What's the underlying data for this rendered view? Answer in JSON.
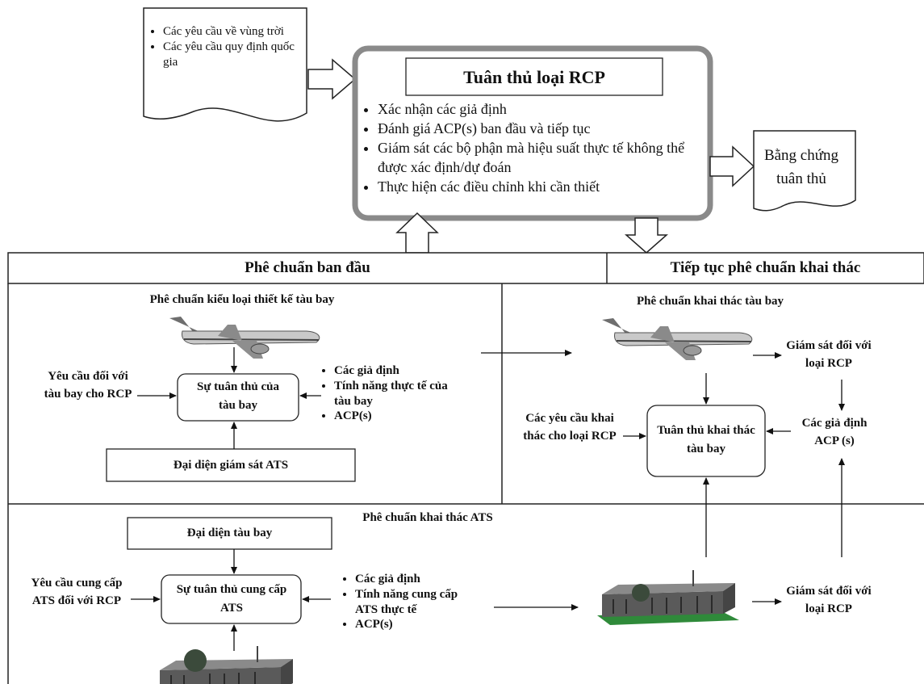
{
  "inputs_doc": {
    "items": [
      "Các yêu cầu về vùng trời",
      "Các yêu cầu quy định quốc gia"
    ]
  },
  "compliance": {
    "title": "Tuân thủ loại RCP",
    "items": [
      "Xác nhận các giả định",
      "Đánh giá ACP(s) ban đầu và tiếp tục",
      "Giám sát các bộ phận mà hiệu suất thực tế không thể được xác định/dự đoán",
      "Thực hiện các điều chỉnh khi cần thiết"
    ]
  },
  "evidence_doc": {
    "label": "Bằng chứng tuân thủ"
  },
  "sections": {
    "initial": "Phê chuẩn ban đầu",
    "continued": "Tiếp tục phê chuẩn khai thác"
  },
  "aircraft_type": {
    "title": "Phê chuẩn kiểu loại thiết kế tàu bay",
    "requirements": "Yêu cầu đối với tàu bay cho RCP",
    "compliance_box": "Sự tuân thủ của tàu bay",
    "bullets": [
      "Các giả định",
      "Tính năng thực tế của tàu bay",
      "ACP(s)"
    ],
    "ats_rep": "Đại diện giám sát ATS"
  },
  "aircraft_ops": {
    "title": "Phê chuẩn khai thác tàu bay",
    "requirements": "Các yêu cầu khai thác cho loại RCP",
    "compliance_box": "Tuân thủ khai thác tàu bay",
    "monitor": "Giám sát đối với loại RCP",
    "assumptions": "Các giả định ACP (s)"
  },
  "ats_ops": {
    "title": "Phê chuẩn khai thác ATS",
    "aircraft_rep": "Đại diện tàu bay",
    "requirements": "Yêu cầu cung cấp ATS đối với RCP",
    "compliance_box": "Sự tuân thủ cung cấp ATS",
    "bullets": [
      "Các giả định",
      "Tính năng cung cấp ATS thực tế",
      "ACP(s)"
    ],
    "monitor": "Giám sát đối với loại RCP"
  }
}
